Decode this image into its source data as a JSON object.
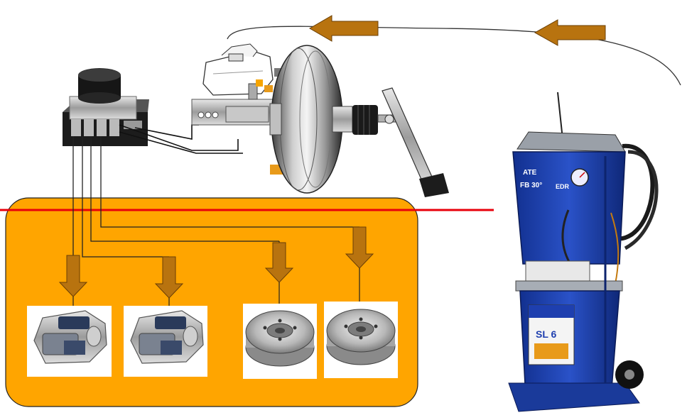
{
  "device": {
    "brand_logo": "ATE",
    "model_badge": "FB 30°",
    "mode_label": "EDR",
    "fluid_canister_label": "SL 6"
  },
  "colors": {
    "orange_zone": "#FFA500",
    "flow_arrow": "#B8730F",
    "separator_line": "#E8000B",
    "device_blue": "#1E3FAF"
  },
  "icons": [
    "abs-hydraulic-unit-icon",
    "brake-booster-icon",
    "master-cylinder-icon",
    "brake-pedal-icon",
    "brake-caliper-icon",
    "brake-drum-icon",
    "brake-bleeding-device-icon"
  ]
}
